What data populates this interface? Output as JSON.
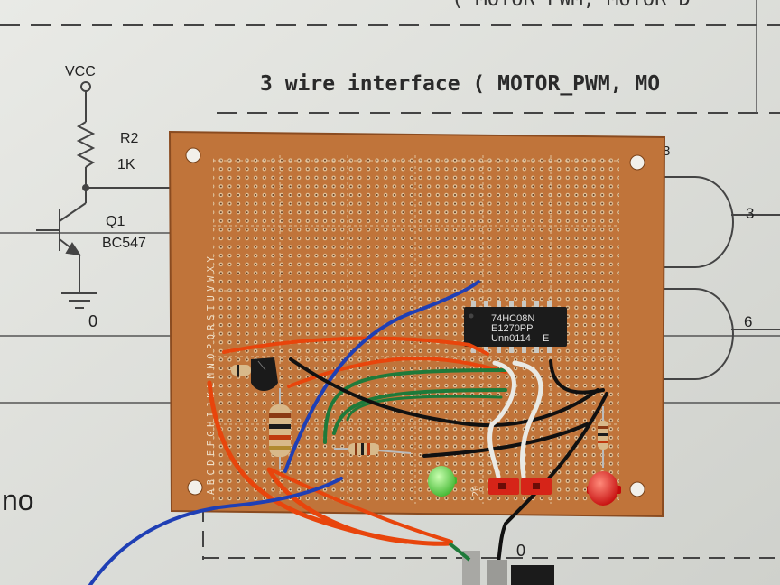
{
  "schematic": {
    "heading": "3 wire interface ( MOTOR_PWM, MO",
    "top_heading_fragment": "( MOTOR PWM, MOTOR D",
    "vcc_label": "VCC",
    "r2_label": "R2",
    "r2_value": "1K",
    "q1_label": "Q1",
    "q1_part": "BC547",
    "ground_label": "0",
    "ground_label_bottom": "0",
    "net3_label": "3",
    "net6_label": "6",
    "pin8_label": "8",
    "left_text": "no"
  },
  "board": {
    "row_letters": "ABCDEFGHIJKLMNOPQRSTUVWXY",
    "chip": {
      "line1": "74HC08N",
      "line2": "E1270PP",
      "line3": "Unn0114",
      "suffix": "E"
    },
    "column_mark": "20",
    "colors": {
      "board": "#c0743a",
      "paper": "#e6e7e3",
      "wire_orange": "#e8450c",
      "wire_blue": "#1f3fb5",
      "wire_green": "#1f7a3a",
      "wire_black": "#111111",
      "wire_white": "#e9e9e4",
      "led_green": "#58d443",
      "led_red": "#e81414"
    }
  }
}
